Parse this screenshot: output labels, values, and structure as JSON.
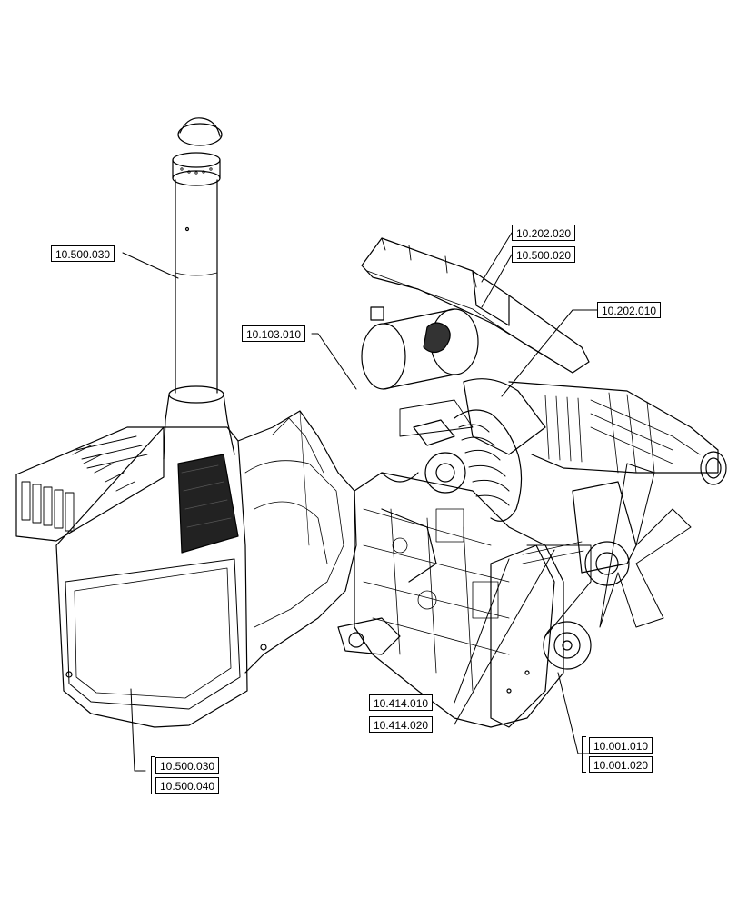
{
  "callouts": {
    "exhaust_stack": "10.500.030",
    "heat_shield": "10.103.010",
    "muffler_bracket_1": "10.202.020",
    "muffler_bracket_2": "10.500.020",
    "air_intake": "10.202.010",
    "belt_1": "10.414.010",
    "belt_2": "10.414.020",
    "engine_1": "10.001.010",
    "engine_2": "10.001.020",
    "hood_1": "10.500.030",
    "hood_2": "10.500.040"
  }
}
